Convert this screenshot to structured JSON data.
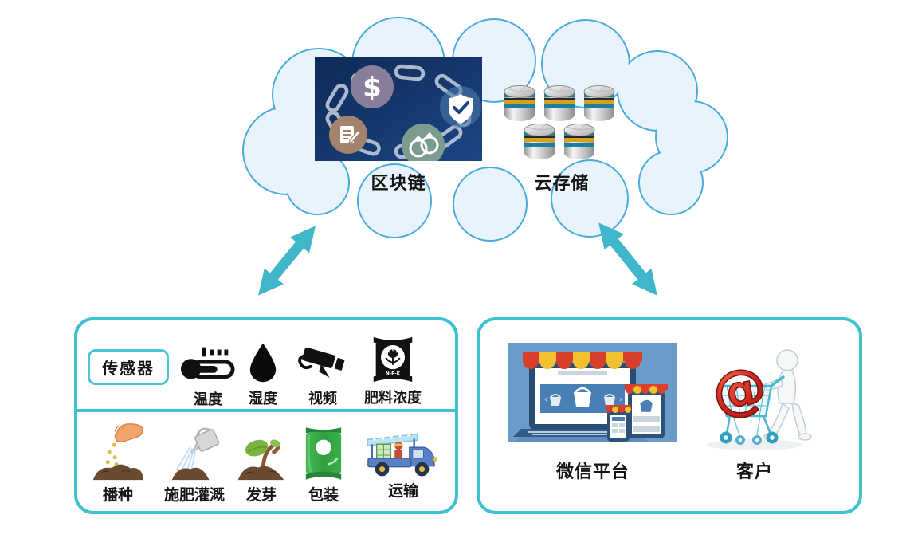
{
  "cloud": {
    "blockchain": {
      "label": "区块链",
      "icon": "blockchain-image"
    },
    "storage": {
      "label": "云存储",
      "icon": "database-stack-icon"
    }
  },
  "connectors": {
    "left": {
      "icon": "double-headed-arrow-icon"
    },
    "right": {
      "icon": "double-headed-arrow-icon"
    }
  },
  "farm_panel": {
    "sensor_badge": "传感器",
    "sensors": [
      {
        "icon": "thermometer-icon",
        "label": "温度"
      },
      {
        "icon": "water-drop-icon",
        "label": "湿度"
      },
      {
        "icon": "cctv-camera-icon",
        "label": "视频"
      },
      {
        "icon": "fertilizer-bag-icon",
        "label": "肥料浓度",
        "bag_text": "N-P-K"
      }
    ],
    "stages": [
      {
        "icon": "sowing-hand-icon",
        "label": "播种"
      },
      {
        "icon": "watering-can-icon",
        "label": "施肥灌溉"
      },
      {
        "icon": "sprout-icon",
        "label": "发芽"
      },
      {
        "icon": "package-bag-icon",
        "label": "包装"
      },
      {
        "icon": "delivery-truck-icon",
        "label": "运输"
      }
    ]
  },
  "market_panel": {
    "platform": {
      "label": "微信平台",
      "icon": "online-shop-image"
    },
    "customer": {
      "label": "客户",
      "icon": "customer-cart-image"
    }
  },
  "colors": {
    "panel_border": "#3EC1D1",
    "cloud_stroke": "#4AABDD",
    "cloud_fill": "#E9F3FB",
    "arrow": "#3FB6C9",
    "blockchain_bg": "#14366B",
    "awning_red": "#D8402C",
    "awning_yellow": "#F3C02F"
  }
}
